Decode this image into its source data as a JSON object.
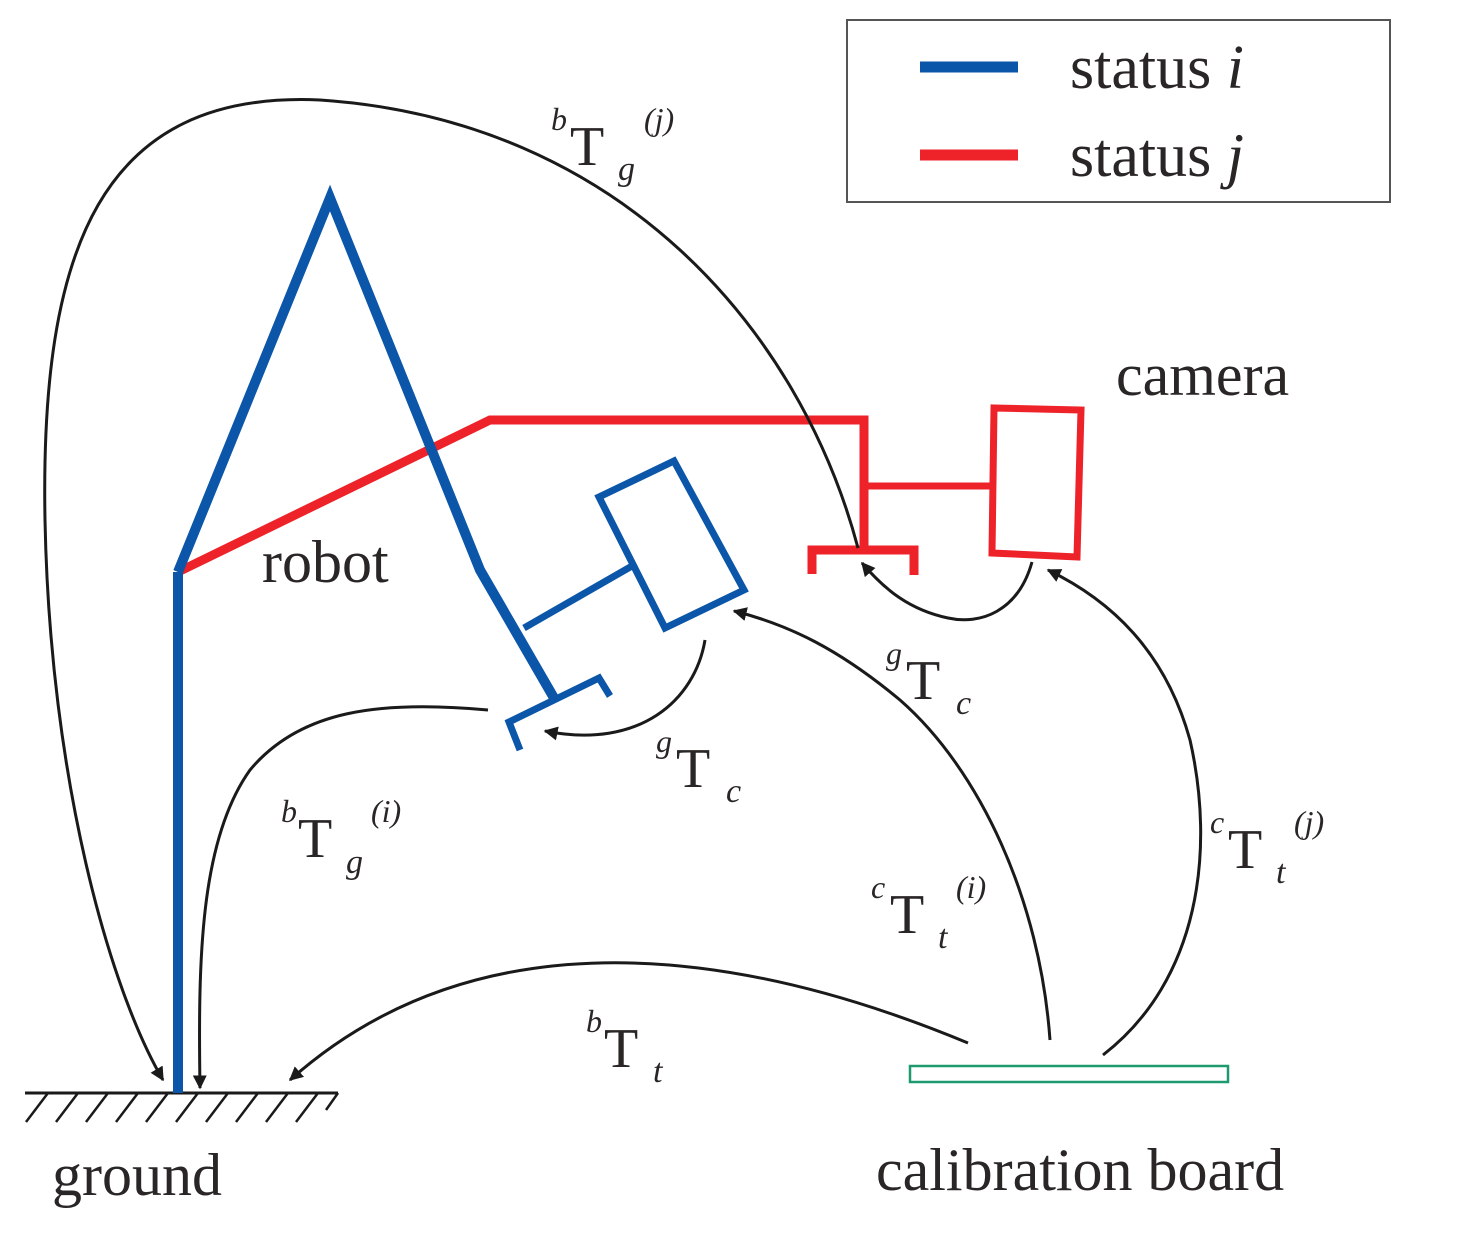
{
  "colors": {
    "status_i": "#0b56a8",
    "status_j": "#ee2229",
    "ink": "#2a2626",
    "board": "#1f9a6e",
    "legend_border": "#555555"
  },
  "legend": {
    "items": [
      {
        "prefix": "status",
        "var": "i"
      },
      {
        "prefix": "status",
        "var": "j"
      }
    ]
  },
  "labels": {
    "robot": "robot",
    "camera": "camera",
    "ground": "ground",
    "calibration_board": "calibration board"
  },
  "transforms": {
    "bTg_j": {
      "pre": "b",
      "main": "T",
      "sub": "g",
      "sup": "(j)"
    },
    "bTg_i": {
      "pre": "b",
      "main": "T",
      "sub": "g",
      "sup": "(i)"
    },
    "gTc_i": {
      "pre": "g",
      "main": "T",
      "sub": "c",
      "sup": ""
    },
    "gTc_j": {
      "pre": "g",
      "main": "T",
      "sub": "c",
      "sup": ""
    },
    "cTt_i": {
      "pre": "c",
      "main": "T",
      "sub": "t",
      "sup": "(i)"
    },
    "cTt_j": {
      "pre": "c",
      "main": "T",
      "sub": "t",
      "sup": "(j)"
    },
    "bTt": {
      "pre": "b",
      "main": "T",
      "sub": "t",
      "sup": ""
    }
  }
}
